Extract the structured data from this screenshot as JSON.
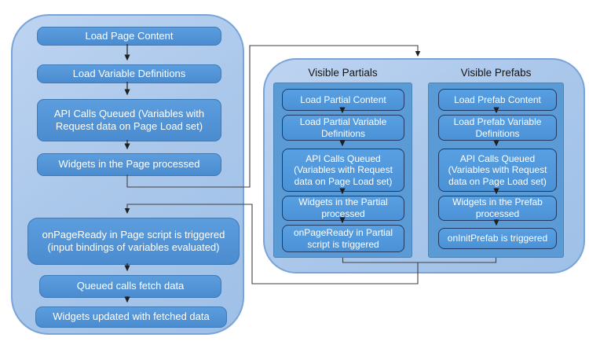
{
  "colors": {
    "container_fill": "#aac7ea",
    "container_border": "#7aa4d8",
    "left_box_fill": "#4f92d4",
    "left_box_border": "#3e7ab8",
    "panel_fill": "#5b9bd5",
    "panel_box_fill": "#4f97dc",
    "panel_box_border": "#1f3864",
    "connector_line": "#3f3f3f",
    "box_text": "#ffffff",
    "title_text": "#141414"
  },
  "page_flow": {
    "boxes": [
      {
        "label": "Load Page Content"
      },
      {
        "label": "Load Variable Definitions"
      },
      {
        "label": "API Calls Queued (Variables with Request data on Page Load set)"
      },
      {
        "label": "Widgets in the Page processed"
      },
      {
        "label": "onPageReady in Page script is triggered (input bindings of variables evaluated)"
      },
      {
        "label": "Queued calls fetch data"
      },
      {
        "label": "Widgets updated with fetched data"
      }
    ]
  },
  "partials_panel": {
    "title": "Visible Partials",
    "boxes": [
      {
        "label": "Load Partial Content"
      },
      {
        "label": "Load Partial Variable Definitions"
      },
      {
        "label": "API Calls Queued (Variables with Request data on Page Load set)"
      },
      {
        "label": "Widgets in the Partial processed"
      },
      {
        "label": "onPageReady in Partial script is triggered"
      }
    ]
  },
  "prefabs_panel": {
    "title": "Visible Prefabs",
    "boxes": [
      {
        "label": "Load Prefab Content"
      },
      {
        "label": "Load Prefab Variable Definitions"
      },
      {
        "label": "API Calls Queued (Variables with Request data on Page Load set)"
      },
      {
        "label": "Widgets in the Prefab processed"
      },
      {
        "label": "onInitPrefab is triggered"
      }
    ]
  }
}
